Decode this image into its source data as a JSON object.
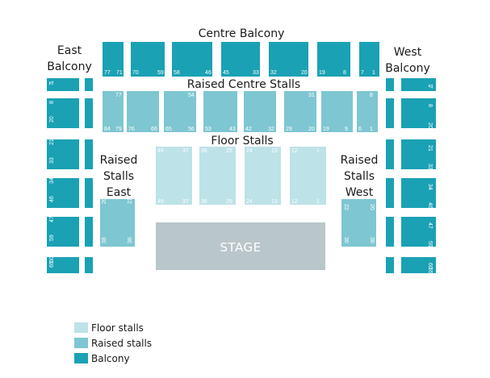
{
  "colors": {
    "floor": "#bde2e8",
    "raised": "#7ec6d1",
    "balcony": "#1aa1b4",
    "stage": "#b9c6ca"
  },
  "sections": {
    "centre_balcony": "Centre Balcony",
    "east_balcony_line1": "East",
    "east_balcony_line2": "Balcony",
    "west_balcony_line1": "West",
    "west_balcony_line2": "Balcony",
    "raised_centre_stalls": "Raised Centre Stalls",
    "floor_stalls": "Floor Stalls",
    "raised_east_line1": "Raised",
    "raised_east_line2": "Stalls",
    "raised_east_line3": "East",
    "raised_west_line1": "Raised",
    "raised_west_line2": "Stalls",
    "raised_west_line3": "West",
    "stage": "STAGE"
  },
  "centre_balcony_blocks": [
    [
      "77",
      "71"
    ],
    [
      "70",
      "59"
    ],
    [
      "58",
      "46"
    ],
    [
      "45",
      "33"
    ],
    [
      "32",
      "20"
    ],
    [
      "19",
      "8"
    ],
    [
      "7",
      "1"
    ]
  ],
  "raised_centre_blocks": [
    [
      "84",
      "79",
      "77"
    ],
    [
      "76",
      "66",
      ""
    ],
    [
      "65",
      "56",
      "54"
    ],
    [
      "53",
      "43",
      ""
    ],
    [
      "42",
      "32",
      ""
    ],
    [
      "29",
      "20",
      "31"
    ],
    [
      "19",
      "9",
      ""
    ],
    [
      "6",
      "1",
      "8"
    ]
  ],
  "floor_blocks": [
    [
      "49",
      "37",
      "49",
      "37"
    ],
    [
      "36",
      "25",
      "36",
      "25"
    ],
    [
      "24",
      "13",
      "24",
      "13"
    ],
    [
      "12",
      "1",
      "12",
      "1"
    ]
  ],
  "east_balcony_labels": [
    [
      "1",
      "7"
    ],
    [
      "8",
      "20"
    ],
    [
      "21",
      "33"
    ],
    [
      "34",
      "46"
    ],
    [
      "47",
      "59"
    ],
    [
      "60",
      "65"
    ]
  ],
  "west_balcony_labels": [
    [
      "1",
      "7"
    ],
    [
      "8",
      "20"
    ],
    [
      "21",
      "33"
    ],
    [
      "34",
      "46"
    ],
    [
      "47",
      "59"
    ],
    [
      "60",
      "65"
    ]
  ],
  "raised_east_labels": [
    "20",
    "21",
    "38",
    "36"
  ],
  "raised_west_labels": [
    "22",
    "20",
    "36",
    "38"
  ],
  "legend": [
    {
      "label": "Floor stalls",
      "color": "#bde2e8"
    },
    {
      "label": "Raised stalls",
      "color": "#7ec6d1"
    },
    {
      "label": "Balcony",
      "color": "#1aa1b4"
    }
  ]
}
